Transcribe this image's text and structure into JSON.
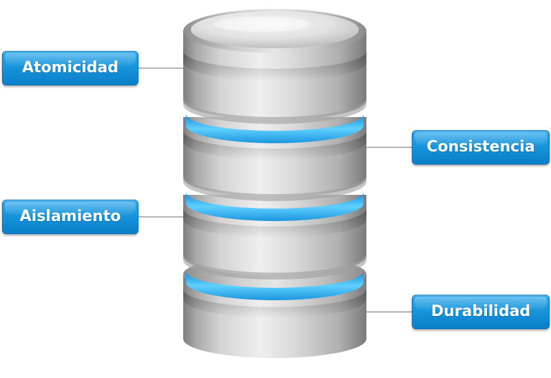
{
  "labels": {
    "atomicidad": "Atomicidad",
    "consistencia": "Consistencia",
    "aislamiento": "Aislamiento",
    "durabilidad": "Durabilidad"
  },
  "colors": {
    "label_blue": "#1491d9",
    "ring_blue": "#3fb6f0",
    "cylinder_silver": "#c9c9c9",
    "connector_gray": "#b4b4b4"
  },
  "icons": {
    "database": "database-cylinder-icon"
  }
}
